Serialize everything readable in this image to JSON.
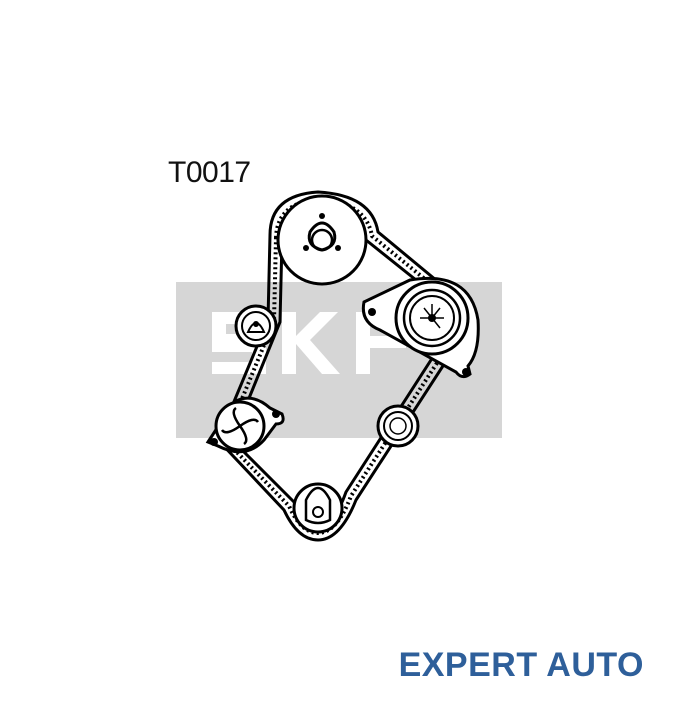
{
  "diagram": {
    "part_code": "T0017",
    "watermark_logo": "SKF",
    "logo_color": "#d3d3d3",
    "belt_color": "#000000",
    "parts": [
      {
        "name": "camshaft-sprocket"
      },
      {
        "name": "tensioner-pulley"
      },
      {
        "name": "idler-pulley-left"
      },
      {
        "name": "water-pump"
      },
      {
        "name": "idler-pulley-right"
      },
      {
        "name": "crankshaft-sprocket"
      }
    ]
  },
  "brand": {
    "text": "EXPERT AUTO",
    "color": "#2e5f9a"
  }
}
